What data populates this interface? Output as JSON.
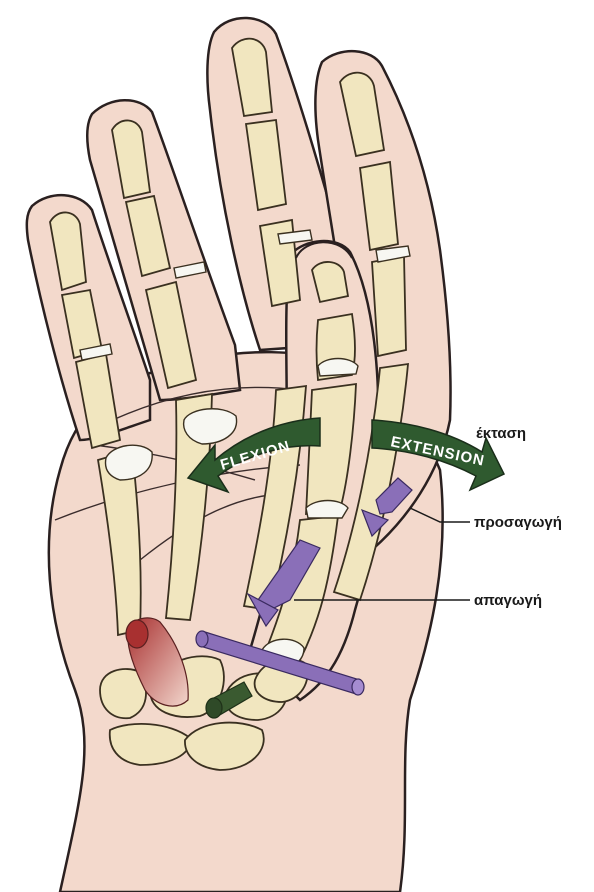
{
  "labels": {
    "flexion": "FLEXION",
    "extension": "EXTENSION",
    "ektasi": "έκταση",
    "prosagogi": "προσαγωγή",
    "apagogi": "απαγωγή"
  },
  "colors": {
    "skin": "#f3d9cc",
    "skin_outline": "#2a2020",
    "bone": "#f1e6bf",
    "bone_outline": "#3a3020",
    "cartilage": "#f7f7f2",
    "arrow_green": "#2f5a2f",
    "arrow_purple": "#8a6fb8",
    "muscle_red": "#a83030",
    "axis_green": "#3a5a30"
  },
  "icons": [
    "flexion-arrow-icon",
    "extension-arrow-icon",
    "adduction-arrow-icon",
    "abduction-arrow-icon",
    "rotation-axis-icon"
  ]
}
